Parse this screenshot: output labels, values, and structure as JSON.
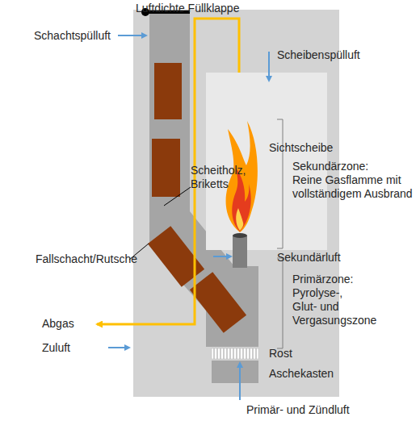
{
  "diagram": {
    "labels": [
      "Luftdichte Füllklappe",
      "Schachtspülluft",
      "Scheibenspülluft",
      "Sichtscheibe",
      "Sekundärzone:",
      "Reine Gasflamme mit vollständigem Ausbrand",
      "Scheitholz, Briketts",
      "Sekundärluft",
      "Primärzone:",
      "Pyrolyse-, Glut- und Vergasungszone",
      "Fallschacht/Rutsche",
      "Abgas",
      "Zuluft",
      "Rost",
      "Aschekasten",
      "Primär- und Zündluft"
    ]
  }
}
